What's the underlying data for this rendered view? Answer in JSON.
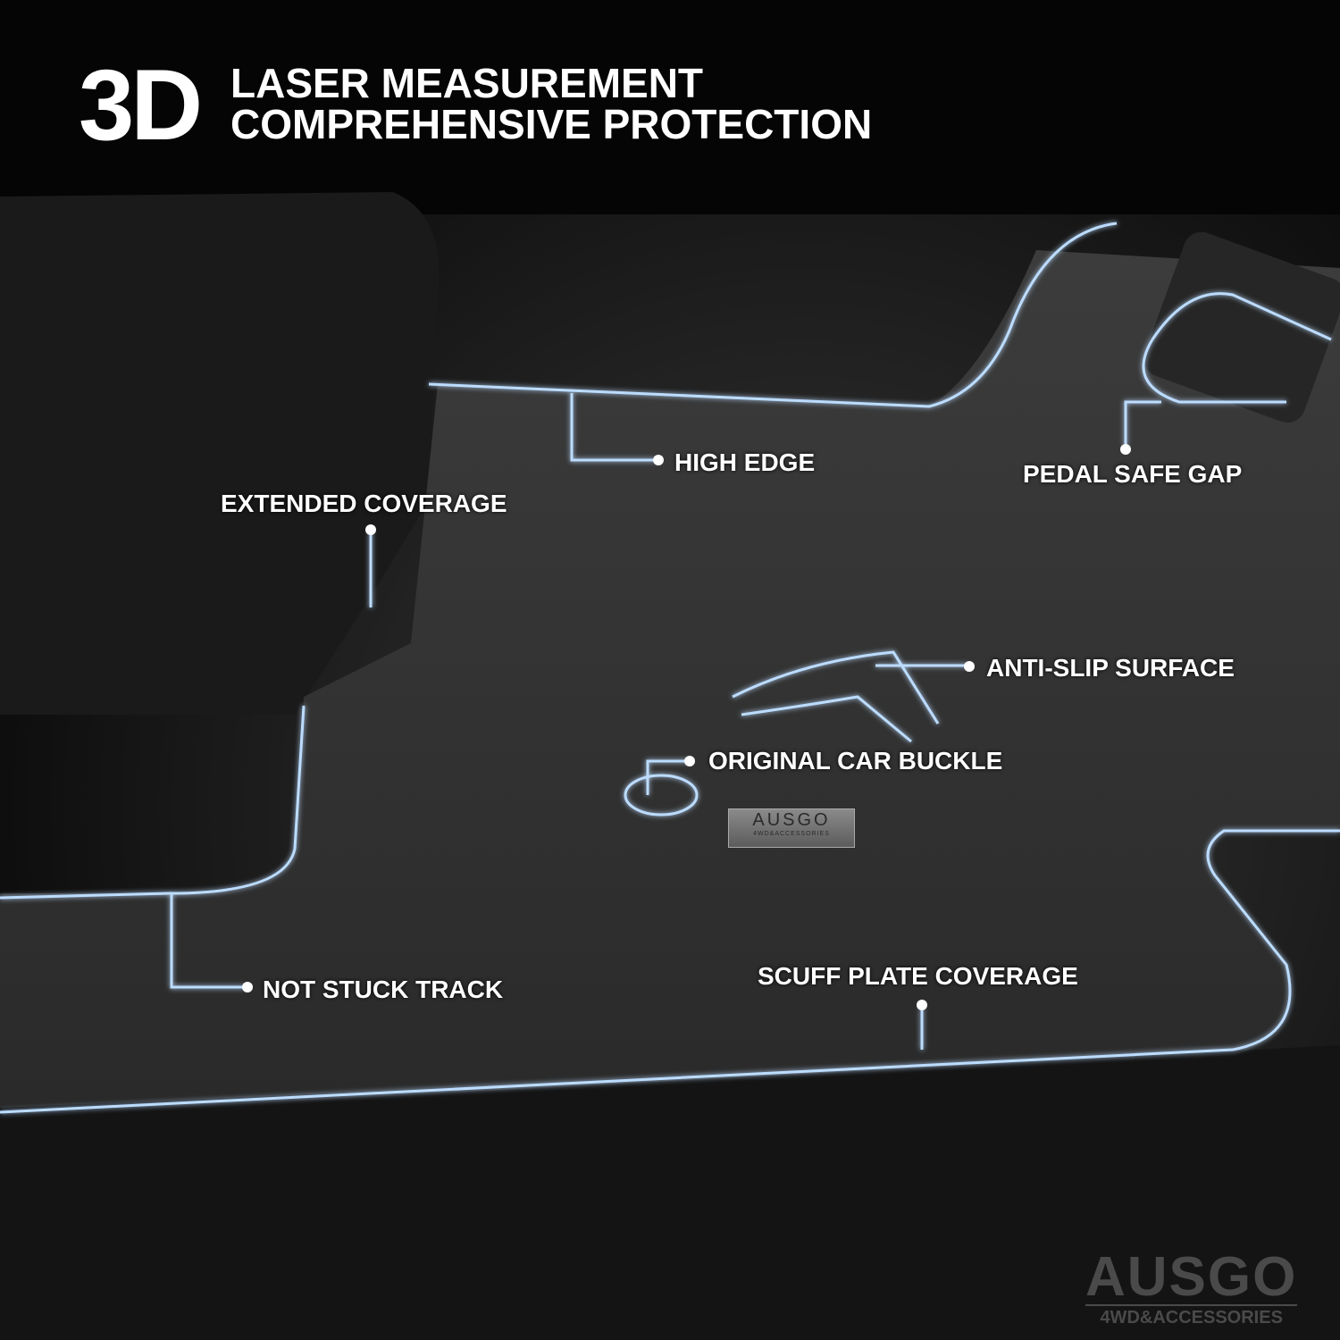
{
  "header": {
    "big": "3D",
    "line1": "LASER MEASUREMENT",
    "line2": "COMPREHENSIVE PROTECTION"
  },
  "labels": {
    "high_edge": "HIGH EDGE",
    "pedal_safe_gap": "PEDAL SAFE GAP",
    "extended_coverage": "EXTENDED COVERAGE",
    "anti_slip_surface": "ANTI-SLIP SURFACE",
    "original_car_buckle": "ORIGINAL CAR BUCKLE",
    "not_stuck_track": "NOT STUCK TRACK",
    "scuff_plate_coverage": "SCUFF PLATE COVERAGE"
  },
  "mat_badge": {
    "brand": "AUSGO",
    "sub": "4WD&ACCESSORIES"
  },
  "watermark": {
    "brand": "AUSGO",
    "sub": "4WD&ACCESSORIES"
  },
  "colors": {
    "outline": "#bcdcff",
    "background": "#000000"
  }
}
